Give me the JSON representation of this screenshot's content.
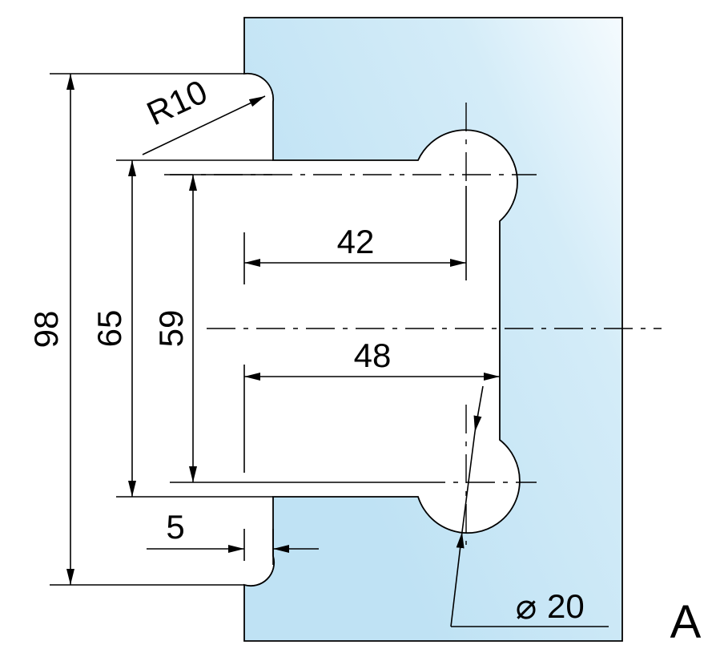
{
  "diagram": {
    "view_label": "A",
    "dimensions": {
      "radius": "R10",
      "overall_height": "98",
      "height_outer": "65",
      "height_inner": "59",
      "width_upper": "42",
      "width_lower": "48",
      "offset": "5",
      "hole_diameter": "20"
    },
    "diameter_symbol": "⌀",
    "colors": {
      "glass_light": "#f2f9fd",
      "glass_dark": "#bfe2f4",
      "outline": "#000000"
    }
  }
}
